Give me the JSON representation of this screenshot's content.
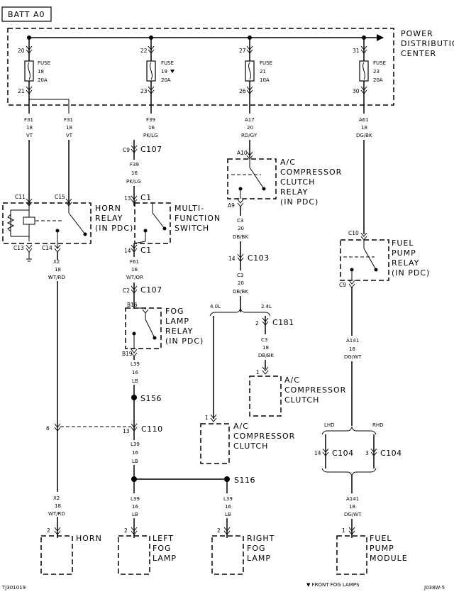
{
  "batt_label": "BATT A0",
  "pdc_title": [
    "POWER",
    "DISTRIBUTION",
    "CENTER"
  ],
  "fuses": [
    {
      "top_pin": "20",
      "bottom_pin": "21",
      "label": "FUSE",
      "number": "18",
      "rating": "20A",
      "wire_code": "F31",
      "gauge": "18",
      "color": "VT"
    },
    {
      "top_pin": "22",
      "bottom_pin": "23",
      "label": "FUSE",
      "number": "19",
      "rating": "20A",
      "wire_code": "F39",
      "gauge": "16",
      "color": "PK/LG"
    },
    {
      "top_pin": "27",
      "bottom_pin": "26",
      "label": "FUSE",
      "number": "21",
      "rating": "10A",
      "wire_code": "A17",
      "gauge": "20",
      "color": "RD/GY"
    },
    {
      "top_pin": "31",
      "bottom_pin": "30",
      "label": "FUSE",
      "number": "23",
      "rating": "20A",
      "wire_code": "A61",
      "gauge": "18",
      "color": "DG/BK"
    }
  ],
  "f31_branch": {
    "code": "F31",
    "gauge": "18",
    "color": "VT"
  },
  "horn_relay": {
    "lines": [
      "HORN",
      "RELAY",
      "(IN PDC)"
    ],
    "pins": [
      "C11",
      "C15",
      "C13",
      "C14"
    ]
  },
  "horn_wire": {
    "code": "X2",
    "gauge": "18",
    "color": "WT/RD"
  },
  "c110": {
    "name": "C110",
    "pin_left": "6",
    "pin_right": "13"
  },
  "horn_wire_lower": {
    "code": "X2",
    "gauge": "18",
    "color": "WT/RD"
  },
  "horn": {
    "pin": "2",
    "label": "HORN"
  },
  "c9_c107": {
    "pin": "C9",
    "name": "C107"
  },
  "f39_lower": {
    "code": "F39",
    "gauge": "16",
    "color": "PK/LG"
  },
  "multifunction_switch": {
    "lines": [
      "MULTI-",
      "FUNCTION",
      "SWITCH"
    ],
    "top_pin": "13",
    "top_conn": "C1",
    "bottom_pin": "14",
    "bottom_conn": "C1"
  },
  "f61_wire": {
    "code": "F61",
    "gauge": "16",
    "color": "WT/OR"
  },
  "c2_c107": {
    "pin": "C2",
    "name": "C107"
  },
  "fog_relay": {
    "lines": [
      "FOG",
      "LAMP",
      "RELAY",
      "(IN PDC)"
    ],
    "pins": [
      "B16",
      "B19"
    ]
  },
  "l39_a": {
    "code": "L39",
    "gauge": "16",
    "color": "LB"
  },
  "s156": "S156",
  "l39_b": {
    "code": "L39",
    "gauge": "16",
    "color": "LB"
  },
  "s116": "S116",
  "l39_c": {
    "code": "L39",
    "gauge": "16",
    "color": "LB"
  },
  "l39_d": {
    "code": "L39",
    "gauge": "16",
    "color": "LB"
  },
  "left_fog_lamp": {
    "pin": "2",
    "lines": [
      "LEFT",
      "FOG",
      "LAMP"
    ]
  },
  "right_fog_lamp": {
    "pin": "2",
    "lines": [
      "RIGHT",
      "FOG",
      "LAMP"
    ]
  },
  "ac_relay": {
    "lines": [
      "A/C",
      "COMPRESSOR",
      "CLUTCH",
      "RELAY",
      "(IN PDC)"
    ],
    "pins": [
      "A10",
      "A9"
    ]
  },
  "c3_wire_a": {
    "code": "C3",
    "gauge": "20",
    "color": "DB/BK"
  },
  "c103": {
    "pin": "14",
    "name": "C103"
  },
  "c3_wire_b": {
    "code": "C3",
    "gauge": "20",
    "color": "DB/BK"
  },
  "engine_split": {
    "left": "4.0L",
    "right": "2.4L"
  },
  "c181": {
    "pin": "2",
    "name": "C181"
  },
  "c3_wire_c": {
    "code": "C3",
    "gauge": "18",
    "color": "DB/BK"
  },
  "ac_clutch_24": {
    "pin": "1",
    "lines": [
      "A/C",
      "COMPRESSOR",
      "CLUTCH"
    ]
  },
  "ac_clutch_40": {
    "pin": "1",
    "lines": [
      "A/C",
      "COMPRESSOR",
      "CLUTCH"
    ]
  },
  "fuel_relay": {
    "lines": [
      "FUEL",
      "PUMP",
      "RELAY",
      "(IN PDC)"
    ],
    "pins": [
      "C10",
      "C9"
    ]
  },
  "a141_wire": {
    "code": "A141",
    "gauge": "18",
    "color": "DG/WT"
  },
  "hand_split": {
    "left": "LHD",
    "right": "RHD"
  },
  "c104_left": {
    "pin": "14",
    "name": "C104"
  },
  "c104_right": {
    "pin": "3",
    "name": "C104"
  },
  "a141_lower": {
    "code": "A141",
    "gauge": "18",
    "color": "DG/WT"
  },
  "fuel_pump_module": {
    "pin": "1",
    "lines": [
      "FUEL",
      "PUMP",
      "MODULE"
    ]
  },
  "footer": {
    "left": "TJ301019",
    "note": "▼ FRONT FOG LAMPS",
    "right": "J038W-5"
  }
}
